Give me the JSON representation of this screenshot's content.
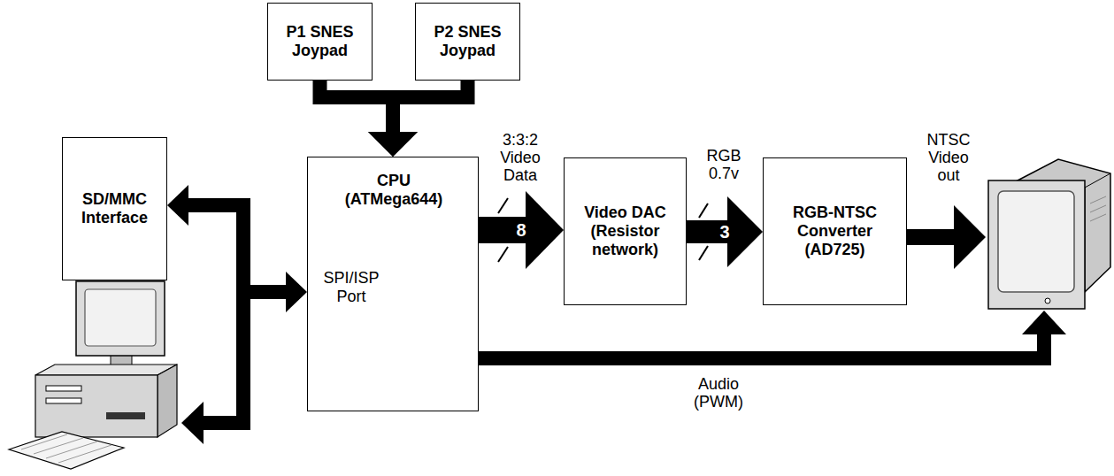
{
  "diagram": {
    "nodes": [
      {
        "text": [
          "P1 SNES Joypad"
        ]
      },
      {
        "text": [
          "P2 SNES Joypad"
        ]
      },
      {
        "text": [
          "CPU (ATMega644)",
          "SPI/ISP Port"
        ]
      },
      {
        "text": [
          "SD/MMC Interface"
        ]
      },
      {
        "text": [
          "Video DAC (Resistor network)"
        ]
      },
      {
        "text": [
          "RGB-NTSC Converter (AD725)"
        ]
      }
    ],
    "edges": [
      {
        "from": 0,
        "to": 2,
        "arrow": "to"
      },
      {
        "from": 1,
        "to": 2,
        "arrow": "to"
      },
      {
        "from": 2,
        "to": 3,
        "arrow": "both"
      },
      {
        "from": 2,
        "to": 4,
        "label": "8",
        "arrow": "to"
      },
      {
        "from": 4,
        "to": 5,
        "label": "3",
        "arrow": "to"
      }
    ],
    "labels": [
      "3:3:2 Video Data",
      "RGB 0.7v",
      "NTSC Video out",
      "Audio (PWM)"
    ]
  }
}
